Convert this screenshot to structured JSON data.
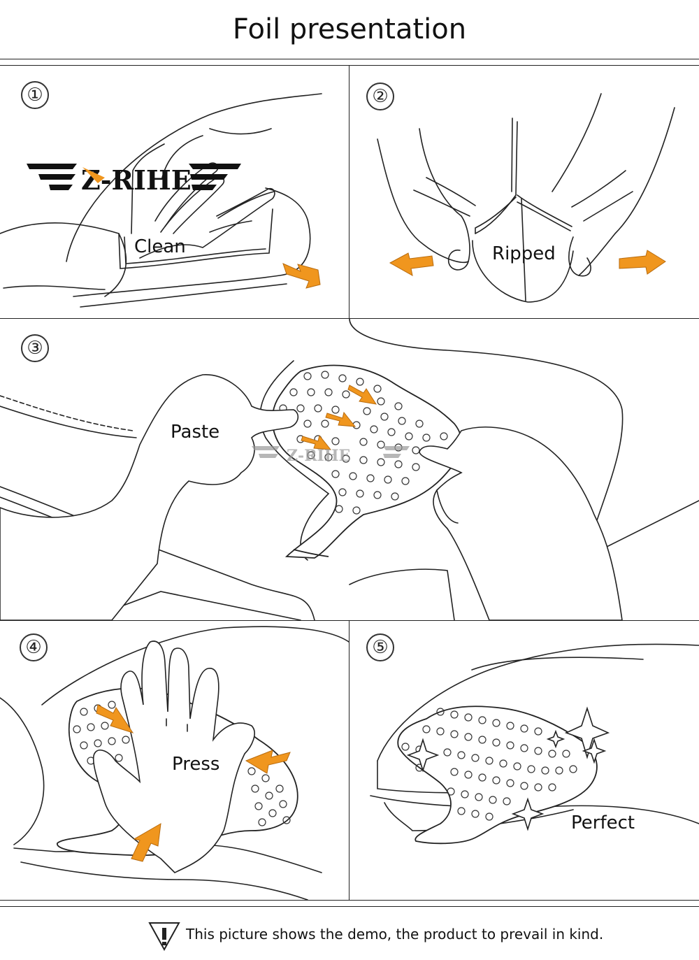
{
  "title": "Foil presentation",
  "steps": [
    {
      "number": "①",
      "label": "Clean"
    },
    {
      "number": "②",
      "label": "Ripped"
    },
    {
      "number": "③",
      "label": "Paste"
    },
    {
      "number": "④",
      "label": "Press"
    },
    {
      "number": "⑤",
      "label": "Perfect"
    }
  ],
  "watermark": "Z-RIHE",
  "footer": {
    "notice": "This picture shows the demo, the product to prevail in kind.",
    "icon": "warning-icon"
  },
  "colors": {
    "arrow": "#f0961e",
    "line": "#222222"
  }
}
